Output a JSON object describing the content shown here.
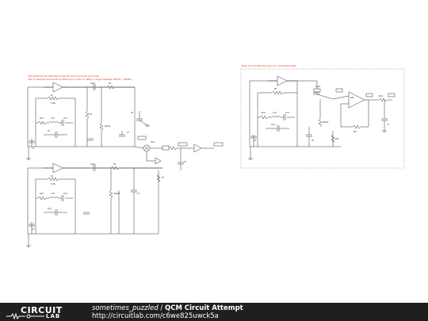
{
  "notes": {
    "left_line1": "Fist QCM Circuit with Pole poles DC block and set up to test",
    "left_line2": "But in general we should be filtering in order to attain a large between 80kHz - 12MHz",
    "right_line1": "Bass Circuit with Op-Amp for a bandpass filter"
  },
  "footer": {
    "logo_top": "CIRCUIT",
    "logo_bottom": "LAB",
    "author": "sometimes_puzzled",
    "separator": " / ",
    "title": "QCM Circuit Attempt",
    "url": "http://circuitlab.com/c6we825uwck5a"
  }
}
